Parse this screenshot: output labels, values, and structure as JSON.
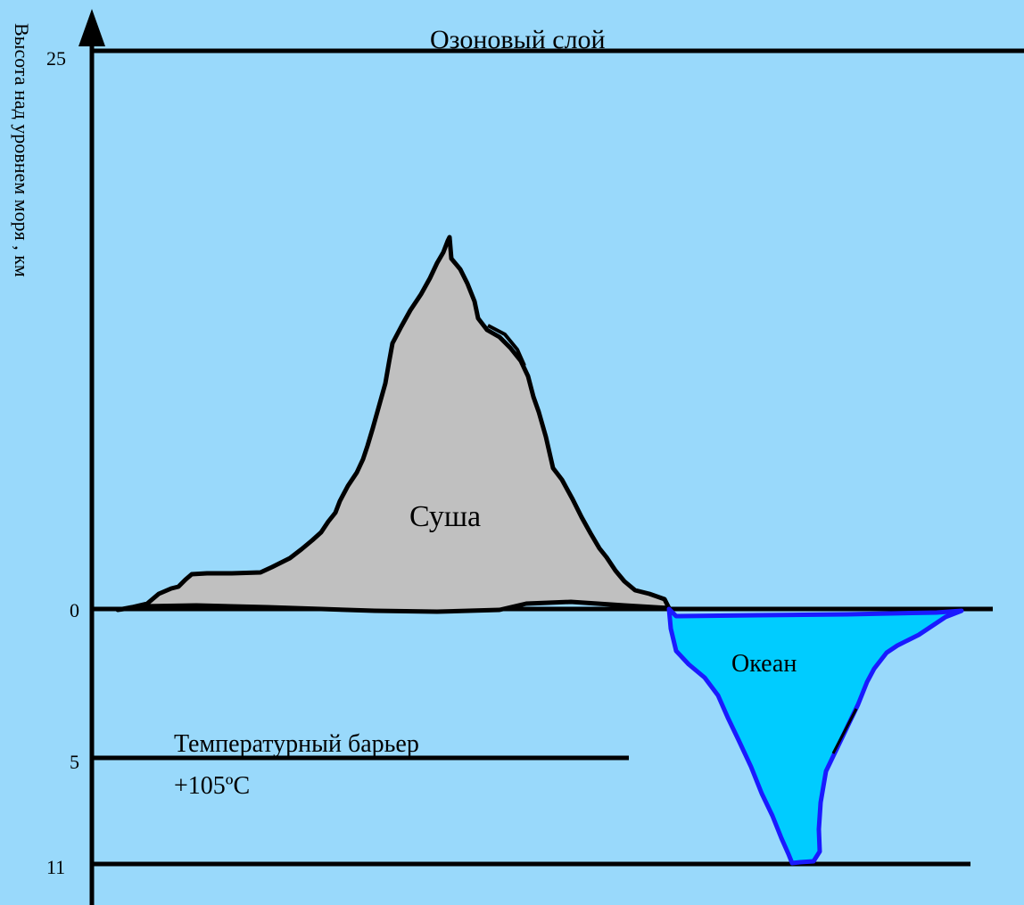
{
  "diagram": {
    "y_axis_label": "Высота над уровнем моря , км",
    "ticks": [
      "25",
      "0",
      "5",
      "11"
    ],
    "labels": {
      "ozone": "Озоновый слой",
      "land": "Суша",
      "ocean": "Океан",
      "barrier_line1": "Температурный барьер",
      "barrier_line2": "+105ºС"
    }
  },
  "colors": {
    "background": "#99d9fb",
    "land_fill": "#c0c0c0",
    "ocean_fill": "#00ccff",
    "ocean_outline": "#1a1aff",
    "line": "#000000"
  }
}
